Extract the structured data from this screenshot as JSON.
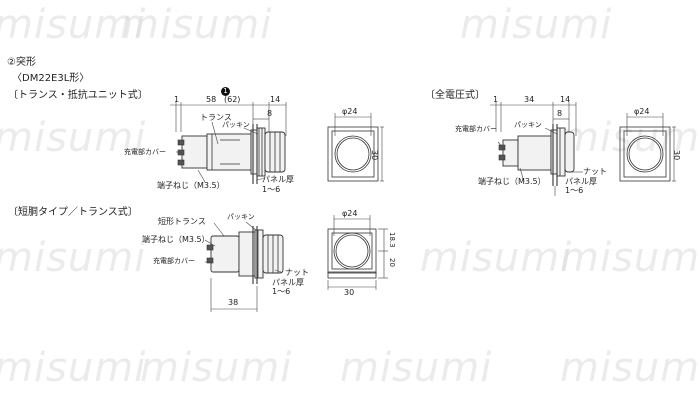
{
  "watermark": "misumi",
  "section": {
    "title": "②突形",
    "model": "〈DM22E3L形〉"
  },
  "transformer_type": {
    "heading": "〔トランス・抵抗ユニット式〕",
    "marker": "1",
    "dim_1": "1",
    "dim_58": "58",
    "dim_62": "(62)",
    "dim_14": "14",
    "dim_8": "8",
    "label_transformer": "トランス",
    "label_packing": "パッキン",
    "label_cover": "充電部カバー",
    "label_terminal_screw": "端子ねじ（M3.5）",
    "label_panel": "パネル厚",
    "label_panel_range": "1～6",
    "front_width": "φ24",
    "front_height": "30"
  },
  "full_voltage_type": {
    "heading": "〔全電圧式〕",
    "dim_1": "1",
    "dim_34": "34",
    "dim_14": "14",
    "dim_8": "8",
    "label_cover": "充電部カバー",
    "label_packing": "パッキン",
    "label_terminal_screw": "端子ねじ（M3.5）",
    "label_nut": "ナット",
    "label_panel": "パネル厚",
    "label_panel_range": "1～6",
    "front_width": "φ24",
    "front_height": "30"
  },
  "short_body_type": {
    "heading": "〔短胴タイプ／トランス式〕",
    "label_packing": "パッキン",
    "label_short_transformer": "短形トランス",
    "label_terminal_screw": "端子ねじ（M3.5）",
    "label_cover": "充電部カバー",
    "label_nut": "ナット",
    "label_panel": "パネル厚",
    "label_panel_range": "1～6",
    "dim_38": "38",
    "front_width": "φ24",
    "front_height_top": "18.3",
    "front_height_bottom": "20",
    "front_bottom_width": "30"
  }
}
